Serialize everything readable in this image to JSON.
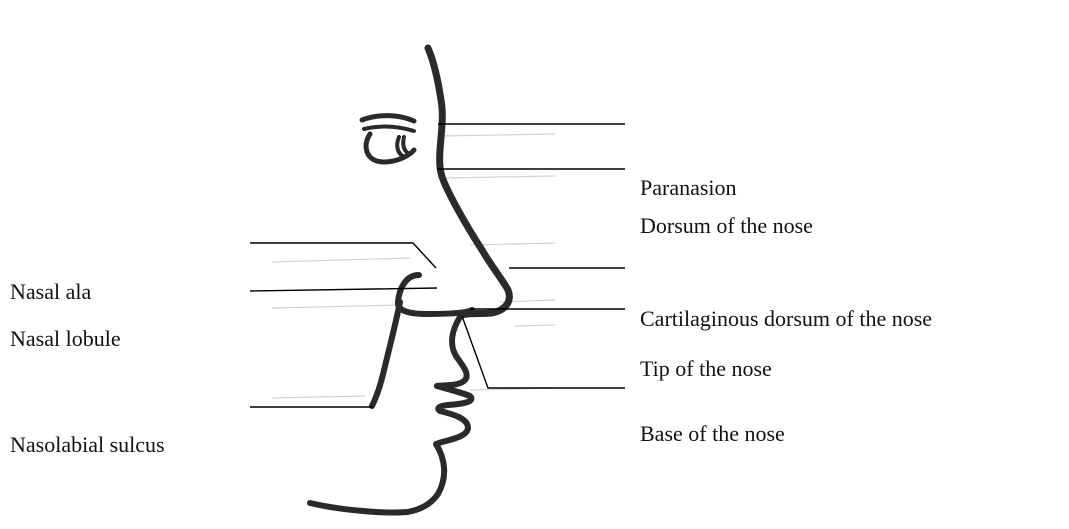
{
  "labels": {
    "paranasion": "Paranasion",
    "dorsum": "Dorsum of the nose",
    "cartilaginous_dorsum": "Cartilaginous dorsum of the nose",
    "tip": "Tip of the nose",
    "base": "Base of the nose",
    "nasal_ala": "Nasal ala",
    "nasal_lobule": "Nasal lobule",
    "nasolabial_sulcus": "Nasolabial sulcus"
  },
  "colors": {
    "ink": "#2a2a2a",
    "leader": "#000000",
    "paper_lines": "#d2d2d2",
    "background": "#ffffff"
  }
}
